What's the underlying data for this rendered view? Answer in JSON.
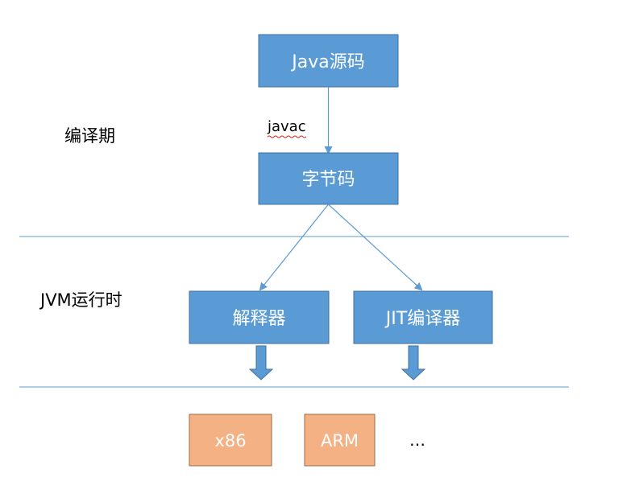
{
  "phases": {
    "compile": "编译期",
    "runtime": "JVM运行时"
  },
  "nodes": {
    "java_source": "Java源码",
    "bytecode": "字节码",
    "interpreter": "解释器",
    "jit_compiler": "JIT编译器",
    "x86": "x86",
    "arm": "ARM",
    "more": "…"
  },
  "edges": {
    "javac": "javac"
  },
  "colors": {
    "blue_fill": "#5b9bd5",
    "blue_stroke": "#41719c",
    "orange_fill": "#f4b183",
    "divider": "#5b9bd5"
  }
}
